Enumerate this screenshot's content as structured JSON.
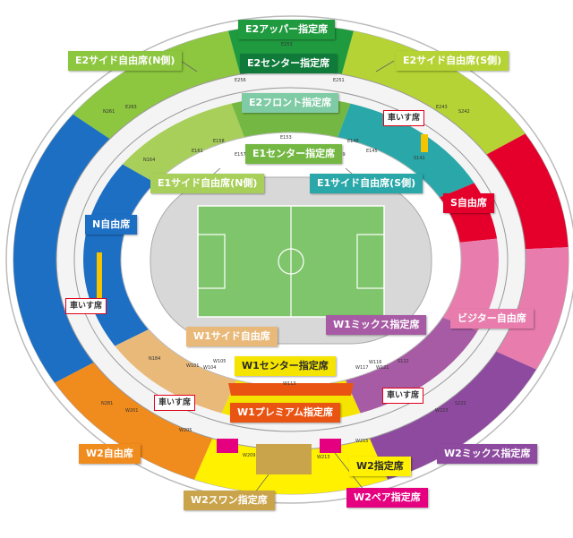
{
  "labels": {
    "e2_upper": "E2アッパー指定席",
    "e2_center": "E2センター指定席",
    "e2_side_n": "E2サイド自由席(N側)",
    "e2_side_s": "E2サイド自由席(S側)",
    "e2_front": "E2フロント指定席",
    "e1_center": "E1センター指定席",
    "e1_side_n": "E1サイド自由席(N側)",
    "e1_side_s": "E1サイド自由席(S側)",
    "n_free": "N自由席",
    "s_free": "S自由席",
    "visitor": "ビジター自由席",
    "w1_mix": "W1ミックス指定席",
    "w1_side": "W1サイド自由席",
    "w1_center": "W1センター指定席",
    "w1_premium": "W1プレミアム指定席",
    "w2_free": "W2自由席",
    "w2_reserved": "W2指定席",
    "w2_mix": "W2ミックス指定席",
    "w2_swan": "W2スワン指定席",
    "w2_pair": "W2ペア指定席",
    "wheelchair": "車いす席"
  },
  "section_codes": {
    "e253": "E253",
    "e256": "E256",
    "e251": "E251",
    "e263": "E263",
    "e243": "E243",
    "n261": "N261",
    "s242": "S242",
    "e158": "E158",
    "e153": "E153",
    "e148": "E148",
    "e161": "E161",
    "e157": "E157",
    "e149": "E149",
    "e145": "E145",
    "n164": "N164",
    "s141": "S141",
    "w101": "W101",
    "w104": "W104",
    "w105": "W105",
    "w116": "W116",
    "w117": "W117",
    "w121": "W121",
    "s122": "S122",
    "w113": "W113",
    "n184": "N184",
    "n281": "N281",
    "w201": "W201",
    "w205": "W205",
    "w209": "W209",
    "w213": "W213",
    "w215": "W215",
    "w223": "W223",
    "s222": "S222"
  },
  "colors": {
    "e2_upper": "#1f9a3f",
    "e2_center": "#0f7a3a",
    "e2_side": "#8dc63f",
    "e2_side_s": "#b5d334",
    "e2_front": "#7fcba5",
    "e1_center": "#74b843",
    "e1_side_n": "#a8cf5a",
    "e1_side_s": "#2aa7a8",
    "n_free": "#1d6fc4",
    "s_free": "#e5002b",
    "visitor": "#e87dad",
    "w1_mix": "#a75ba4",
    "w1_side": "#e9b97a",
    "w1_center": "#f5e400",
    "w1_premium": "#ea5413",
    "w2_free": "#f08b1d",
    "w2_reserved": "#fff100",
    "w2_mix": "#8e4a9f",
    "w2_swan": "#c9a44b",
    "w2_pair": "#e4007f",
    "pitch": "#7fc56b",
    "track": "#d8d8d8"
  }
}
